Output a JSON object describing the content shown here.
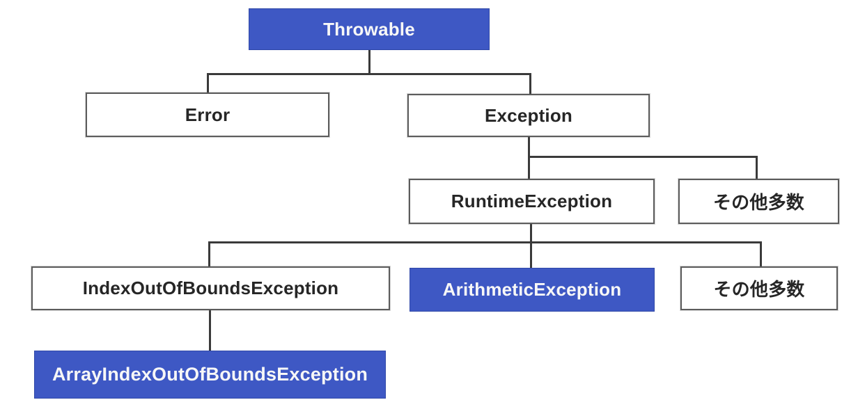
{
  "diagram": {
    "description": "Java exception class hierarchy tree",
    "colors": {
      "node_blue": "#3e58c4",
      "node_blue_border": "#3048a8",
      "node_white": "#ffffff",
      "node_border_gray": "#5c5c5c",
      "connector_line": "#3a3a3a",
      "text_dark": "#262626",
      "text_light": "#f7f7f7",
      "background": "#ffffff"
    },
    "nodes": {
      "throwable": {
        "label": "Throwable",
        "variant": "blue"
      },
      "error": {
        "label": "Error",
        "variant": "white"
      },
      "exception": {
        "label": "Exception",
        "variant": "white"
      },
      "runtime": {
        "label": "RuntimeException",
        "variant": "white"
      },
      "others1": {
        "label": "その他多数",
        "variant": "white"
      },
      "ioobe": {
        "label": "IndexOutOfBoundsException",
        "variant": "white"
      },
      "arithmetic": {
        "label": "ArithmeticException",
        "variant": "blue"
      },
      "others2": {
        "label": "その他多数",
        "variant": "white"
      },
      "aioobe": {
        "label": "ArrayIndexOutOfBoundsException",
        "variant": "blue"
      }
    },
    "edges": [
      {
        "parent": "Throwable",
        "child": "Error"
      },
      {
        "parent": "Throwable",
        "child": "Exception"
      },
      {
        "parent": "Exception",
        "child": "RuntimeException"
      },
      {
        "parent": "Exception",
        "child": "その他多数"
      },
      {
        "parent": "RuntimeException",
        "child": "IndexOutOfBoundsException"
      },
      {
        "parent": "RuntimeException",
        "child": "ArithmeticException"
      },
      {
        "parent": "RuntimeException",
        "child": "その他多数"
      },
      {
        "parent": "IndexOutOfBoundsException",
        "child": "ArrayIndexOutOfBoundsException"
      }
    ]
  }
}
